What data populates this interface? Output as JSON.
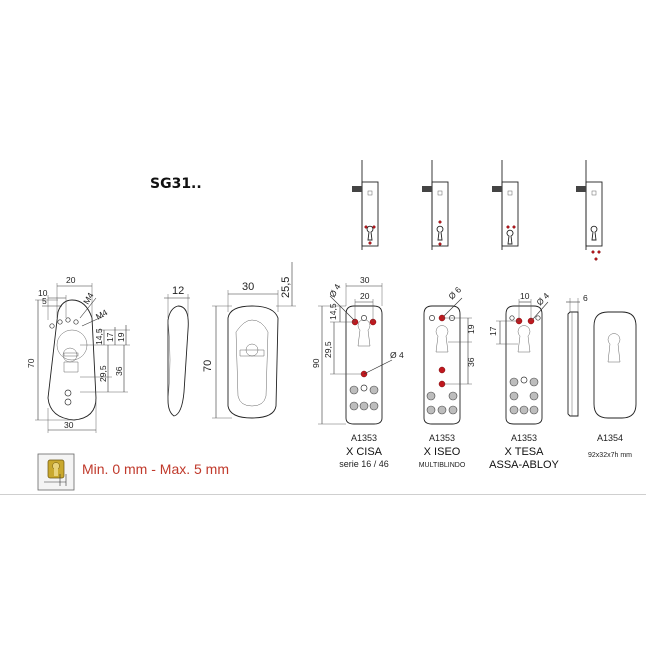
{
  "model": "SG31..",
  "thickness_note": "Min. 0 mm - Max. 5 mm",
  "front_view": {
    "dims": [
      "20",
      "10",
      "5",
      "M4",
      "M4",
      "14,5",
      "17",
      "19",
      "29,5",
      "36",
      "70",
      "30"
    ]
  },
  "side_view": {
    "dims": [
      "12"
    ]
  },
  "cover_view": {
    "dims": [
      "30",
      "25,5",
      "70"
    ]
  },
  "plates": [
    {
      "code": "A1353",
      "name": "X CISA",
      "sub": "serie 16 / 46",
      "dims": [
        "30",
        "20",
        "Ø 4",
        "14,5",
        "29,5",
        "90",
        "Ø 4"
      ]
    },
    {
      "code": "A1353",
      "name": "X ISEO",
      "sub": "MULTIBLINDO",
      "dims": [
        "Ø 6",
        "19",
        "36"
      ]
    },
    {
      "code": "A1353",
      "name": "X TESA",
      "sub": "ASSA-ABLOY",
      "dims": [
        "10",
        "Ø 4",
        "17"
      ]
    },
    {
      "code": "A1354",
      "name": "",
      "sub": "92x32x7h mm",
      "dims": [
        "6"
      ]
    }
  ],
  "colors": {
    "accent_red": "#c0181e",
    "note_red": "#c0392b",
    "ink": "#222222"
  }
}
